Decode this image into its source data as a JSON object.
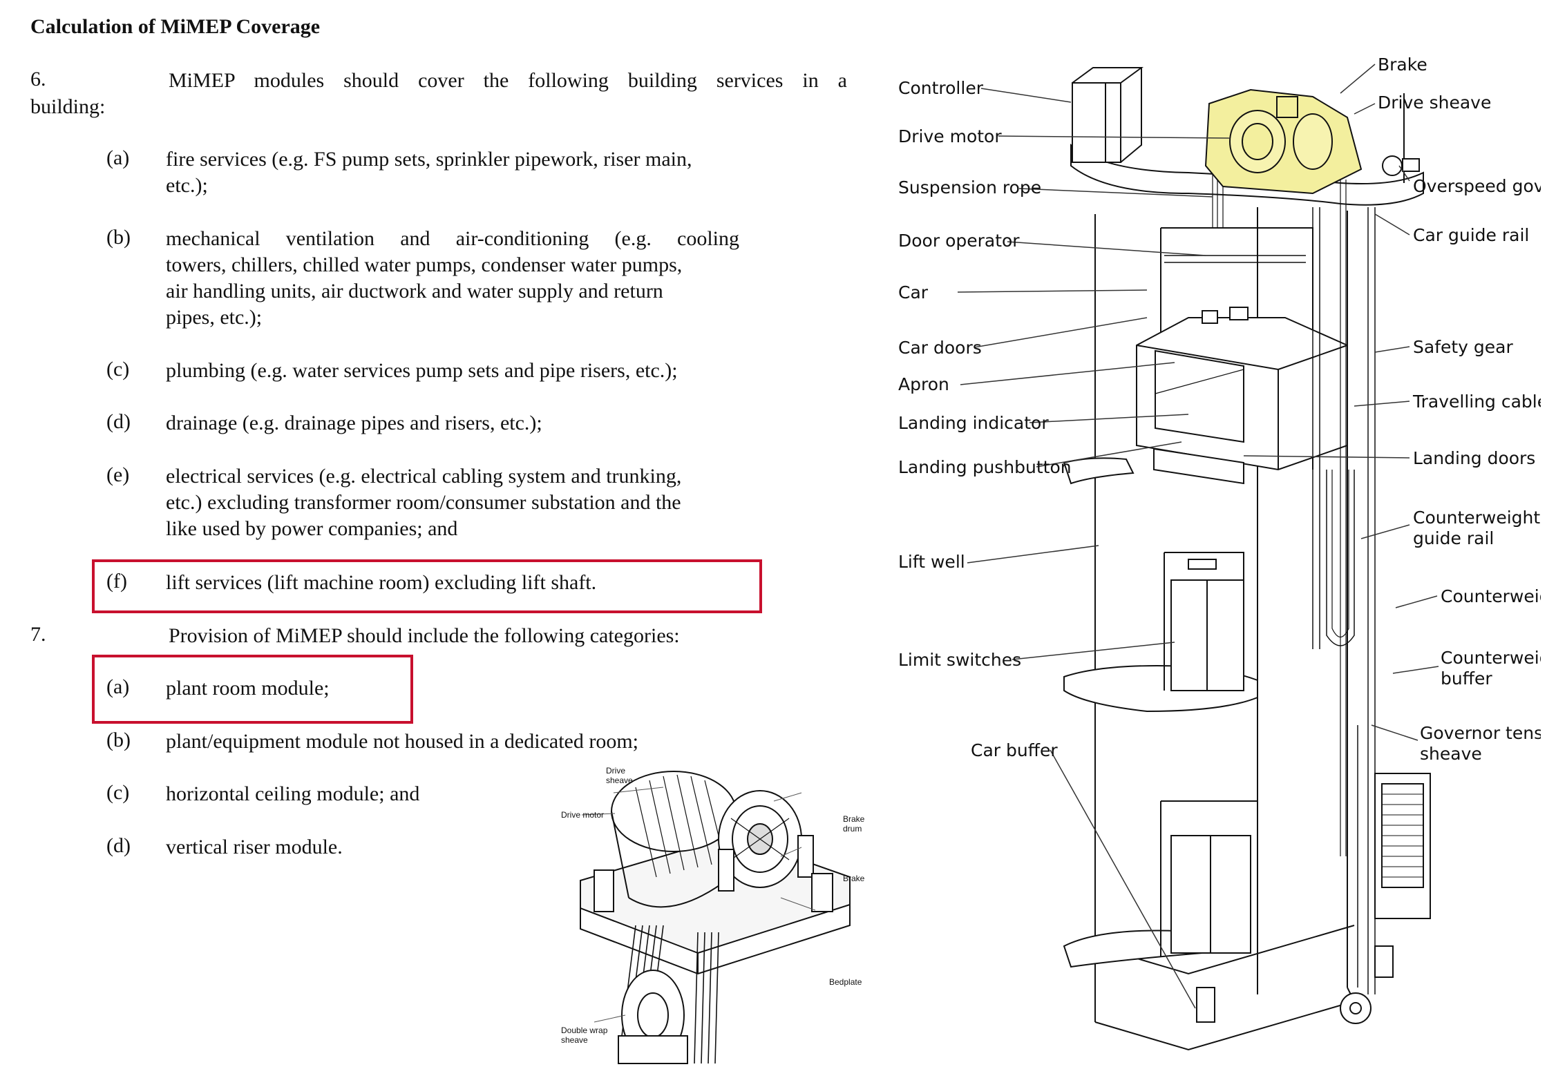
{
  "document": {
    "title": "Calculation of MiMEP Coverage",
    "para6": {
      "number": "6.",
      "text": "MiMEP modules should cover the following building services in a",
      "text_cont": "building:",
      "items": [
        {
          "label": "(a)",
          "lines": [
            "fire services (e.g. FS pump sets, sprinkler pipework, riser main,",
            "etc.);"
          ]
        },
        {
          "label": "(b)",
          "lines": [
            "mechanical ventilation and air-conditioning (e.g. cooling",
            "towers, chillers, chilled water pumps, condenser water pumps,",
            "air handling units, air ductwork and water supply and return",
            "pipes, etc.);"
          ]
        },
        {
          "label": "(c)",
          "lines": [
            "plumbing (e.g. water services pump sets and pipe risers, etc.);"
          ]
        },
        {
          "label": "(d)",
          "lines": [
            "drainage (e.g. drainage pipes and risers, etc.);"
          ]
        },
        {
          "label": "(e)",
          "lines": [
            "electrical services (e.g. electrical cabling system and trunking,",
            "etc.) excluding transformer room/consumer substation and the",
            "like used by power companies; and"
          ]
        },
        {
          "label": "(f)",
          "lines": [
            "lift services (lift machine room) excluding lift shaft."
          ]
        }
      ]
    },
    "para7": {
      "number": "7.",
      "text": "Provision of MiMEP should include the following categories:",
      "items": [
        {
          "label": "(a)",
          "lines": [
            "plant room module;"
          ]
        },
        {
          "label": "(b)",
          "lines": [
            "plant/equipment module not housed in a dedicated room;"
          ]
        },
        {
          "label": "(c)",
          "lines": [
            "horizontal ceiling module; and"
          ]
        },
        {
          "label": "(d)",
          "lines": [
            "vertical riser module."
          ]
        }
      ]
    }
  },
  "colors": {
    "highlight_box": "#c8102e",
    "machine_highlight": "#f3ef9e"
  },
  "machine_diagram": {
    "labels": {
      "drive_sheave_1": "Drive",
      "drive_sheave_2": "sheave",
      "drive_motor": "Drive motor",
      "brake_drum_1": "Brake",
      "brake_drum_2": "drum",
      "brake": "Brake",
      "bedplate": "Bedplate",
      "double_wrap_1": "Double wrap",
      "double_wrap_2": "sheave"
    }
  },
  "lift_diagram": {
    "left_labels": {
      "controller": "Controller",
      "drive_motor": "Drive motor",
      "suspension_rope": "Suspension rope",
      "door_operator": "Door operator",
      "car": "Car",
      "car_doors": "Car doors",
      "apron": "Apron",
      "landing_indicator": "Landing indicator",
      "landing_pushbutton": "Landing pushbutton",
      "lift_well": "Lift well",
      "limit_switches": "Limit switches",
      "car_buffer": "Car buffer"
    },
    "right_labels": {
      "brake": "Brake",
      "drive_sheave": "Drive sheave",
      "overspeed_governor": "Overspeed governor",
      "car_guide_rail": "Car guide rail",
      "safety_gear": "Safety gear",
      "travelling_cables": "Travelling cables",
      "landing_doors": "Landing doors",
      "cw_guide_rail_1": "Counterweight",
      "cw_guide_rail_2": "guide rail",
      "counterweight": "Counterweight",
      "cw_buffer_1": "Counterweight",
      "cw_buffer_2": "buffer",
      "gov_tension_1": "Governor tension",
      "gov_tension_2": "sheave"
    }
  }
}
